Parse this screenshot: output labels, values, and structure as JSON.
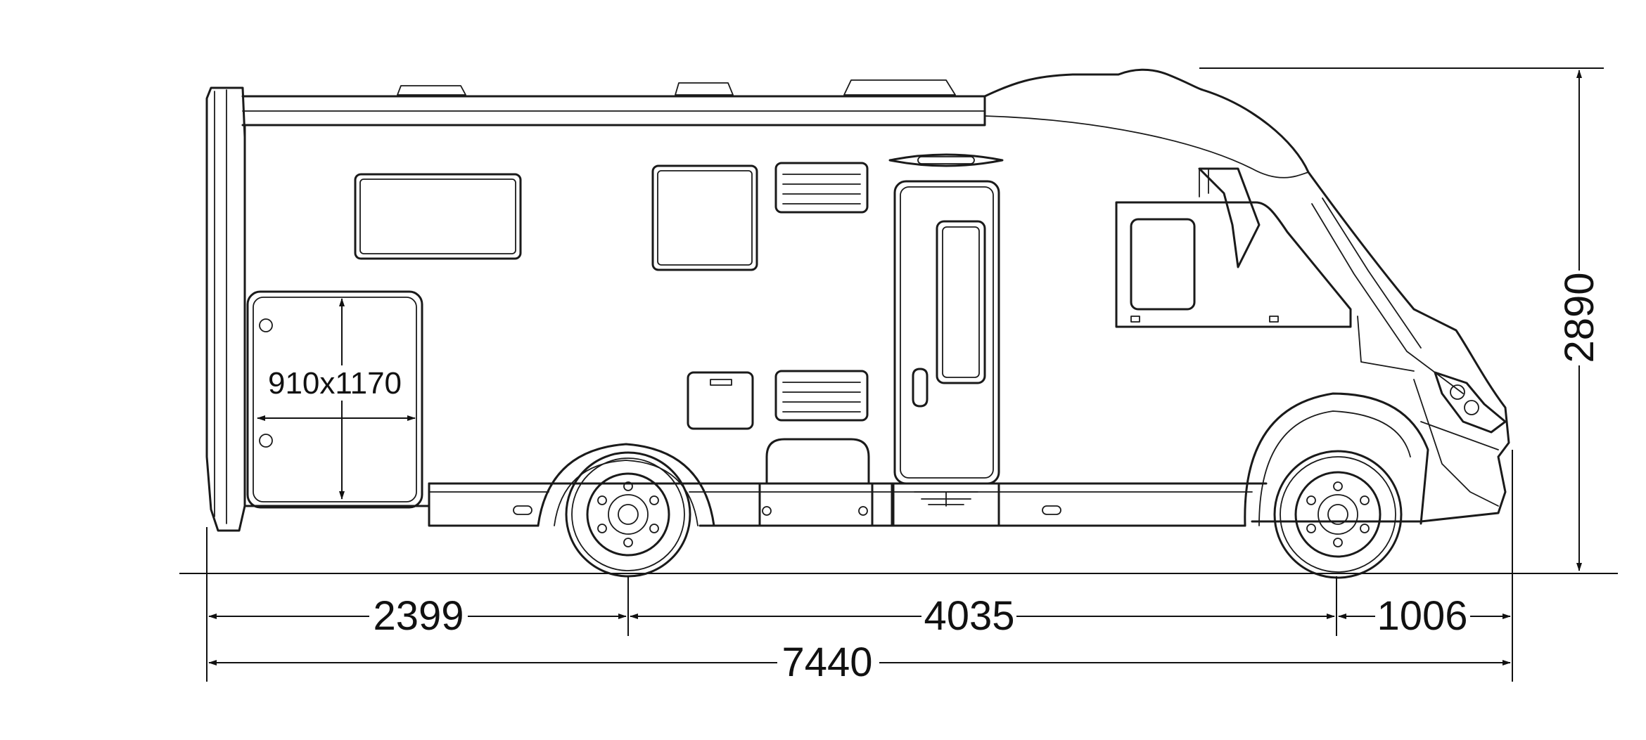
{
  "dimensions": {
    "rear_overhang": "2399",
    "wheelbase": "4035",
    "front_overhang": "1006",
    "overall_length": "7440",
    "overall_height": "2890"
  },
  "garage_door_label": "910x1170"
}
